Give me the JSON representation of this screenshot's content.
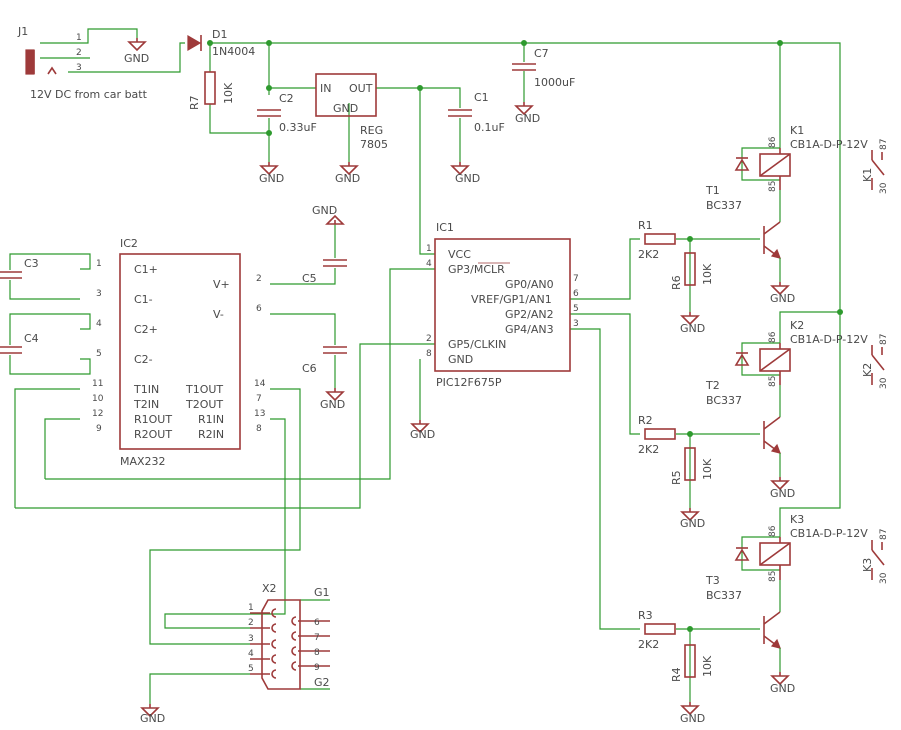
{
  "colors": {
    "wire": "#2e9a2e",
    "symbol": "#9e3a3a",
    "text": "#4a4a4a",
    "background": "#ffffff"
  },
  "labels": {
    "j1": "J1",
    "j1_p1": "1",
    "j1_p2": "2",
    "j1_p3": "3",
    "j1_note": "12V DC from car batt",
    "d1": "D1",
    "d1_val": "1N4004",
    "r7": "R7",
    "r7_val": "10K",
    "c2": "C2",
    "c2_val": "0.33uF",
    "reg_in": "IN",
    "reg_out": "OUT",
    "reg_gnd": "GND",
    "reg": "REG",
    "reg_val": "7805",
    "c1": "C1",
    "c1_val": "0.1uF",
    "c7": "C7",
    "c7_val": "1000uF",
    "gnd": "GND",
    "ic1": "IC1",
    "ic1_val": "PIC12F675P",
    "ic1_vcc": "VCC",
    "ic1_gp3": "GP3/MCLR",
    "ic1_gp5": "GP5/CLKIN",
    "ic1_gnd": "GND",
    "ic1_gp0": "GP0/AN0",
    "ic1_gp1": "VREF/GP1/AN1",
    "ic1_gp2": "GP2/AN2",
    "ic1_gp4": "GP4/AN3",
    "ic1_n1": "1",
    "ic1_n4": "4",
    "ic1_n2": "2",
    "ic1_n8": "8",
    "ic1_n7": "7",
    "ic1_n6": "6",
    "ic1_n5": "5",
    "ic1_n3": "3",
    "ic2": "IC2",
    "ic2_val": "MAX232",
    "ic2_c1p": "C1+",
    "ic2_c1m": "C1-",
    "ic2_c2p": "C2+",
    "ic2_c2m": "C2-",
    "ic2_t1in": "T1IN",
    "ic2_t2in": "T2IN",
    "ic2_r1out": "R1OUT",
    "ic2_r2out": "R2OUT",
    "ic2_vp": "V+",
    "ic2_vm": "V-",
    "ic2_t1out": "T1OUT",
    "ic2_t2out": "T2OUT",
    "ic2_r1in": "R1IN",
    "ic2_r2in": "R2IN",
    "ic2_n1": "1",
    "ic2_n3": "3",
    "ic2_n4": "4",
    "ic2_n5": "5",
    "ic2_n11": "11",
    "ic2_n10": "10",
    "ic2_n12": "12",
    "ic2_n9": "9",
    "ic2_n2": "2",
    "ic2_n6": "6",
    "ic2_n14": "14",
    "ic2_n7": "7",
    "ic2_n13": "13",
    "ic2_n8": "8",
    "c3": "C3",
    "c4": "C4",
    "c5": "C5",
    "c6": "C6",
    "x2": "X2",
    "x2_g1": "G1",
    "x2_g2": "G2",
    "x2_p1": "1",
    "x2_p2": "2",
    "x2_p3": "3",
    "x2_p4": "4",
    "x2_p5": "5",
    "x2_p6": "6",
    "x2_p7": "7",
    "x2_p8": "8",
    "x2_p9": "9",
    "r1": "R1",
    "r2": "R2",
    "r3": "R3",
    "r_val": "2K2",
    "r4": "R4",
    "r5": "R5",
    "r6": "R6",
    "r10k": "10K",
    "t1": "T1",
    "t2": "T2",
    "t3": "T3",
    "t_val": "BC337",
    "k1": "K1",
    "k2": "K2",
    "k3": "K3",
    "k_val": "CB1A-D-P-12V",
    "k_86": "86",
    "k_85": "85",
    "k_30": "30",
    "k_87": "87"
  }
}
